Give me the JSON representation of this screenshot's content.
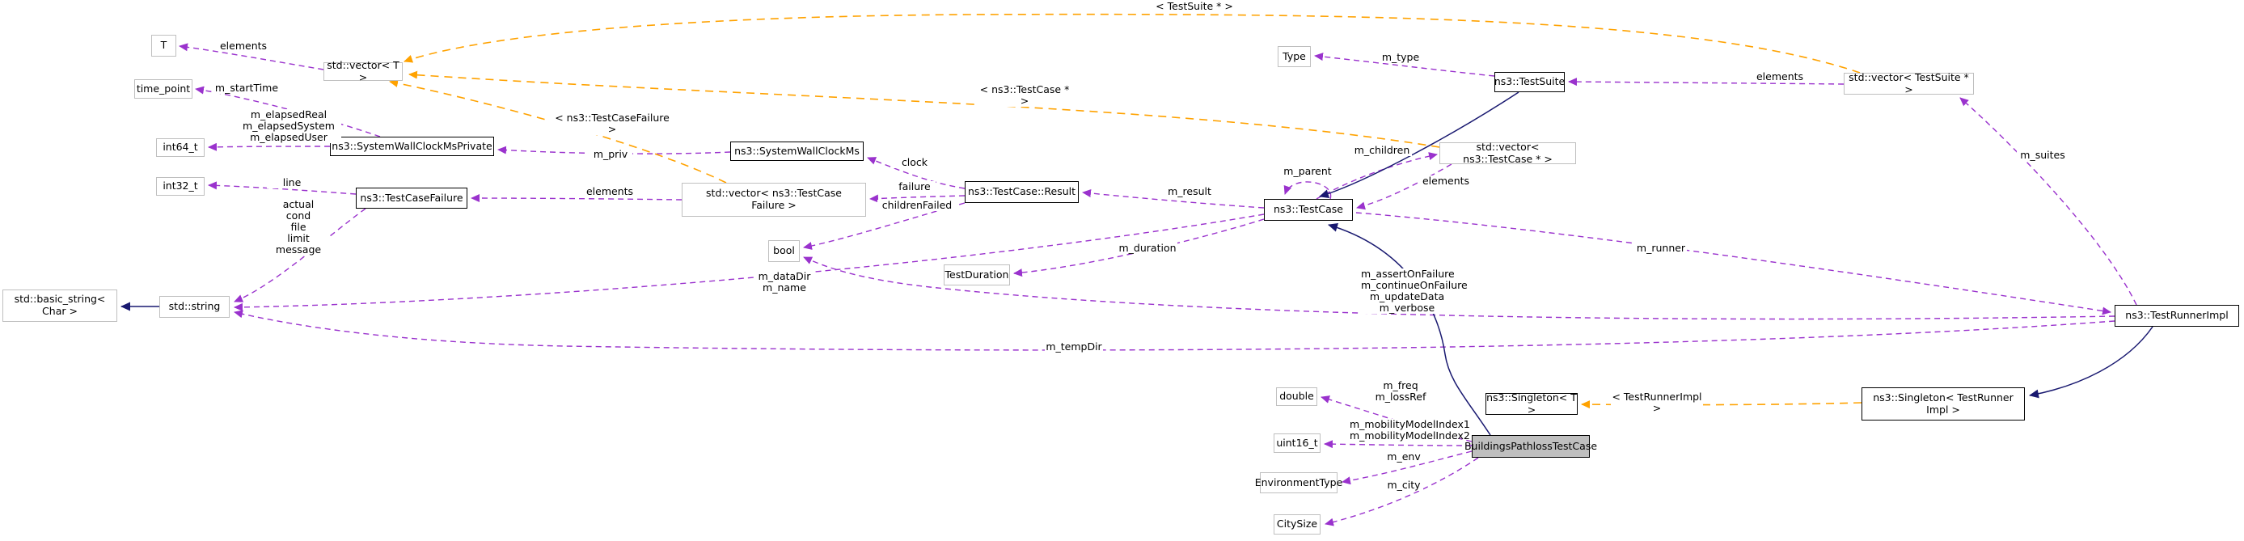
{
  "diagram": {
    "type": "collaboration-graph",
    "main_class": "BuildingsPathlossTestCase",
    "colors": {
      "member_edge": "#9a32cd",
      "template_edge": "#ffa200",
      "inherit_edge": "#191970",
      "main_fill": "#bfbfbf",
      "plain_border": "#bfbfbf",
      "class_border": "#000000"
    },
    "nodes": [
      {
        "id": "t",
        "label": "T",
        "kind": "plain"
      },
      {
        "id": "time_point",
        "label": "time_point",
        "kind": "plain"
      },
      {
        "id": "int64_t",
        "label": "int64_t",
        "kind": "plain"
      },
      {
        "id": "int32_t",
        "label": "int32_t",
        "kind": "plain"
      },
      {
        "id": "basic_string",
        "label": "std::basic_string<\nChar >",
        "kind": "plain"
      },
      {
        "id": "std_string",
        "label": "std::string",
        "kind": "plain"
      },
      {
        "id": "vector_t",
        "label": "std::vector< T >",
        "kind": "plain"
      },
      {
        "id": "wallclock_private",
        "label": "ns3::SystemWallClockMsPrivate",
        "kind": "cls"
      },
      {
        "id": "testcase_failure",
        "label": "ns3::TestCaseFailure",
        "kind": "cls"
      },
      {
        "id": "wallclock",
        "label": "ns3::SystemWallClockMs",
        "kind": "cls"
      },
      {
        "id": "vector_failure",
        "label": "std::vector< ns3::TestCase\nFailure >",
        "kind": "plain"
      },
      {
        "id": "result",
        "label": "ns3::TestCase::Result",
        "kind": "cls"
      },
      {
        "id": "bool",
        "label": "bool",
        "kind": "plain"
      },
      {
        "id": "test_duration",
        "label": "TestDuration",
        "kind": "plain"
      },
      {
        "id": "testcase",
        "label": "ns3::TestCase",
        "kind": "cls"
      },
      {
        "id": "vector_testcase",
        "label": "std::vector< ns3::TestCase * >",
        "kind": "plain"
      },
      {
        "id": "testsuite",
        "label": "ns3::TestSuite",
        "kind": "cls"
      },
      {
        "id": "type",
        "label": "Type",
        "kind": "plain"
      },
      {
        "id": "vector_testsuite",
        "label": "std::vector< TestSuite * >",
        "kind": "plain"
      },
      {
        "id": "testrunner",
        "label": "ns3::TestRunnerImpl",
        "kind": "cls"
      },
      {
        "id": "singleton_tri",
        "label": "ns3::Singleton< TestRunner\nImpl >",
        "kind": "cls"
      },
      {
        "id": "singleton_t",
        "label": "ns3::Singleton< T >",
        "kind": "cls"
      },
      {
        "id": "buildings",
        "label": "BuildingsPathlossTestCase",
        "kind": "main"
      },
      {
        "id": "double",
        "label": "double",
        "kind": "plain"
      },
      {
        "id": "uint16_t",
        "label": "uint16_t",
        "kind": "plain"
      },
      {
        "id": "environment_type",
        "label": "EnvironmentType",
        "kind": "plain"
      },
      {
        "id": "city_size",
        "label": "CitySize",
        "kind": "plain"
      }
    ],
    "edge_labels": [
      {
        "id": "elements_t",
        "text": "elements"
      },
      {
        "id": "m_startTime",
        "text": "m_startTime"
      },
      {
        "id": "m_elapsed",
        "text": "m_elapsedReal\nm_elapsedSystem\nm_elapsedUser"
      },
      {
        "id": "line_lbl",
        "text": "line"
      },
      {
        "id": "failure_fields",
        "text": "actual\ncond\nfile\nlimit\nmessage"
      },
      {
        "id": "m_priv",
        "text": "m_priv"
      },
      {
        "id": "elements_failure",
        "text": "elements"
      },
      {
        "id": "tmpl_failure",
        "text": "< ns3::TestCaseFailure >"
      },
      {
        "id": "tmpl_testcase",
        "text": "< ns3::TestCase * >"
      },
      {
        "id": "tmpl_testsuite",
        "text": "< TestSuite * >"
      },
      {
        "id": "clock_lbl",
        "text": "clock"
      },
      {
        "id": "failure_lbl",
        "text": "failure"
      },
      {
        "id": "childrenFailed_lbl",
        "text": "childrenFailed"
      },
      {
        "id": "m_result",
        "text": "m_result"
      },
      {
        "id": "m_parent",
        "text": "m_parent"
      },
      {
        "id": "m_children",
        "text": "m_children"
      },
      {
        "id": "elements_tc",
        "text": "elements"
      },
      {
        "id": "m_duration",
        "text": "m_duration"
      },
      {
        "id": "m_dataDir_name",
        "text": "m_dataDir\nm_name"
      },
      {
        "id": "m_tempDir",
        "text": "m_tempDir"
      },
      {
        "id": "m_assert",
        "text": "m_assertOnFailure\nm_continueOnFailure\nm_updateData\nm_verbose"
      },
      {
        "id": "m_runner",
        "text": "m_runner"
      },
      {
        "id": "m_suites",
        "text": "m_suites"
      },
      {
        "id": "elements_ts",
        "text": "elements"
      },
      {
        "id": "m_type",
        "text": "m_type"
      },
      {
        "id": "tmpl_runner",
        "text": "< TestRunnerImpl >"
      },
      {
        "id": "m_freq",
        "text": "m_freq\nm_lossRef"
      },
      {
        "id": "m_mobility",
        "text": "m_mobilityModelIndex1\nm_mobilityModelIndex2"
      },
      {
        "id": "m_env",
        "text": "m_env"
      },
      {
        "id": "m_city",
        "text": "m_city"
      }
    ]
  }
}
